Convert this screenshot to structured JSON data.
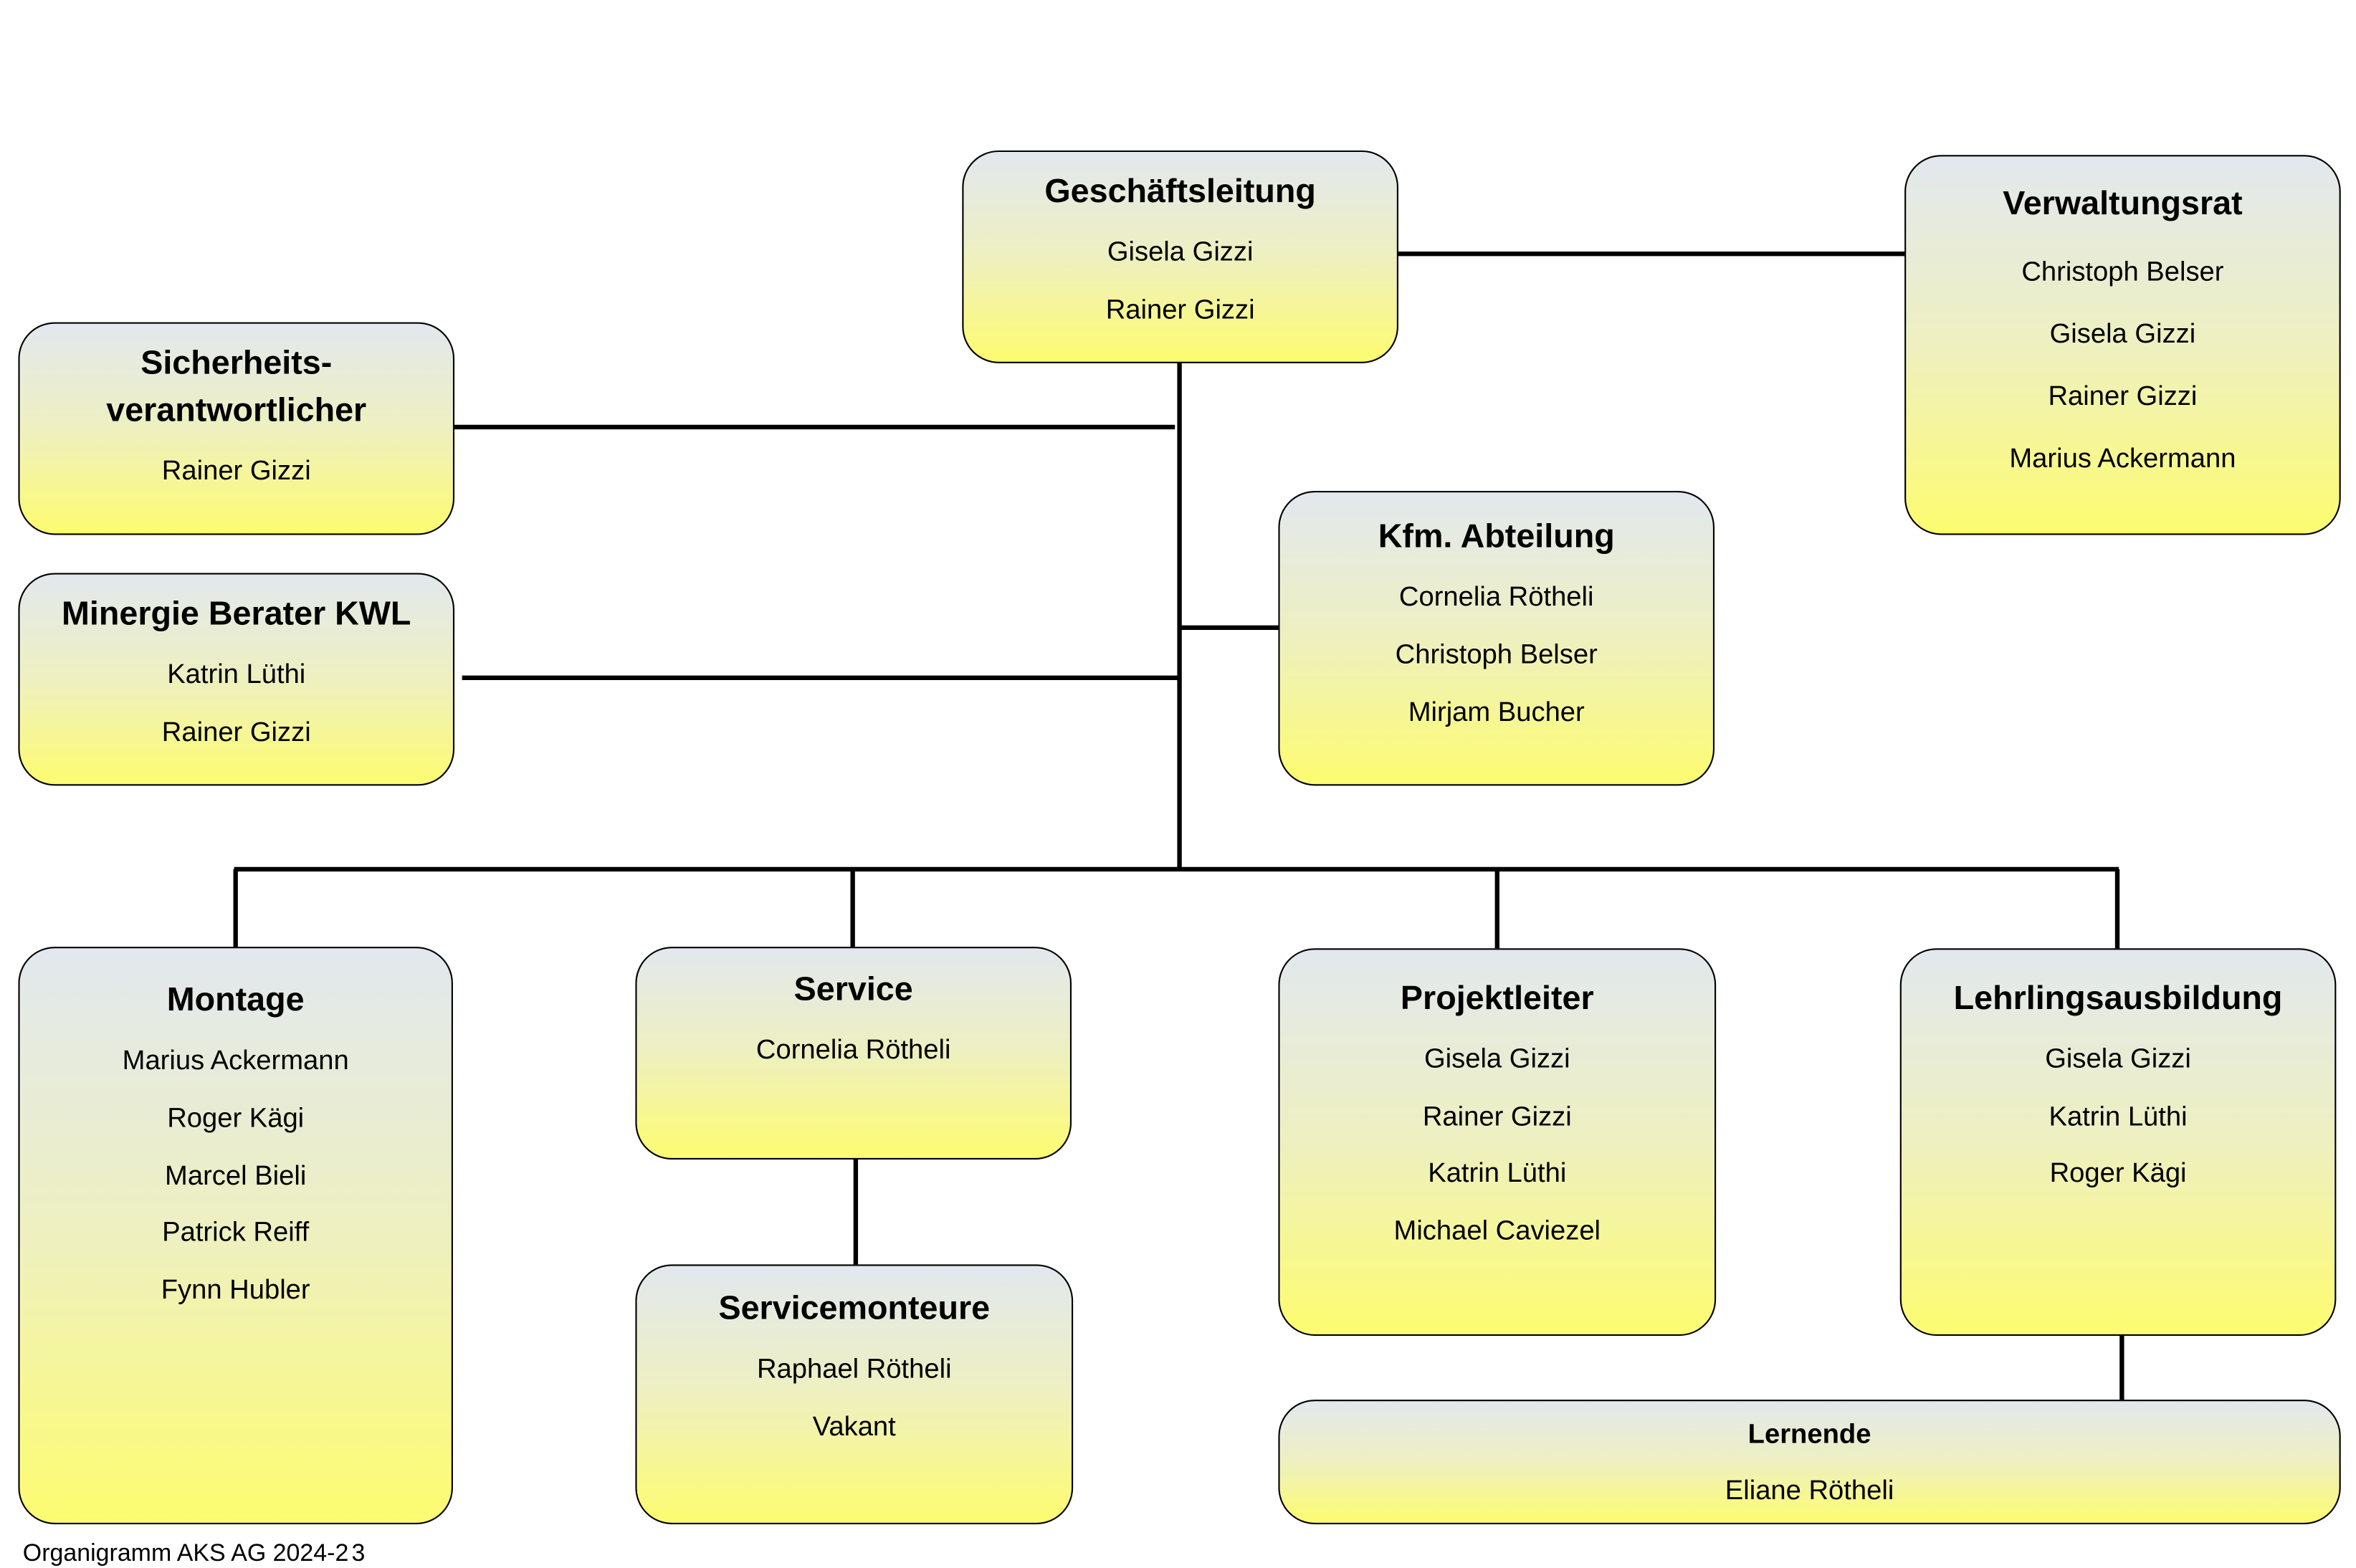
{
  "boxes": [
    {
      "id": "geschaeftsleitung",
      "title": [
        "Geschäftsleitung"
      ],
      "names": [
        "Gisela Gizzi",
        "Rainer Gizzi"
      ]
    },
    {
      "id": "verwaltungsrat",
      "title": [
        "Verwaltungsrat"
      ],
      "names": [
        "Christoph Belser",
        "Gisela Gizzi",
        "Rainer Gizzi",
        "Marius Ackermann"
      ]
    },
    {
      "id": "sicherheitsverantwortlicher",
      "title": [
        "Sicherheits-",
        "verantwortlicher"
      ],
      "names": [
        "Rainer Gizzi"
      ]
    },
    {
      "id": "minergie-berater",
      "title": [
        "Minergie Berater KWL"
      ],
      "names": [
        "Katrin Lüthi",
        "Rainer Gizzi"
      ]
    },
    {
      "id": "kfm-abteilung",
      "title": [
        "Kfm. Abteilung"
      ],
      "names": [
        "Cornelia Rötheli",
        "Christoph Belser",
        "Mirjam Bucher"
      ]
    },
    {
      "id": "montage",
      "title": [
        "Montage"
      ],
      "names": [
        "Marius Ackermann",
        "Roger Kägi",
        "Marcel Bieli",
        "Patrick Reiff",
        "Fynn Hubler"
      ]
    },
    {
      "id": "service",
      "title": [
        "Service"
      ],
      "names": [
        "Cornelia Rötheli"
      ]
    },
    {
      "id": "servicemonteure",
      "title": [
        "Servicemonteure"
      ],
      "names": [
        "Raphael Rötheli",
        "Vakant"
      ]
    },
    {
      "id": "projektleiter",
      "title": [
        "Projektleiter"
      ],
      "names": [
        "Gisela Gizzi",
        "Rainer Gizzi",
        "Katrin Lüthi",
        "Michael Caviezel"
      ]
    },
    {
      "id": "lehrlingsausbildung",
      "title": [
        "Lehrlingsausbildung"
      ],
      "names": [
        "Gisela Gizzi",
        "Katrin Lüthi",
        "Roger Kägi"
      ]
    },
    {
      "id": "lernende",
      "title": [
        "Lernende"
      ],
      "names": [
        "Eliane Rötheli"
      ]
    }
  ],
  "footer": {
    "text": "Organigramm AKS AG  2024-2",
    "overlay": "3"
  },
  "colors": {
    "gradient_top": "#e2e8ee",
    "gradient_bottom": "#fdfc70",
    "line": "#000000"
  }
}
